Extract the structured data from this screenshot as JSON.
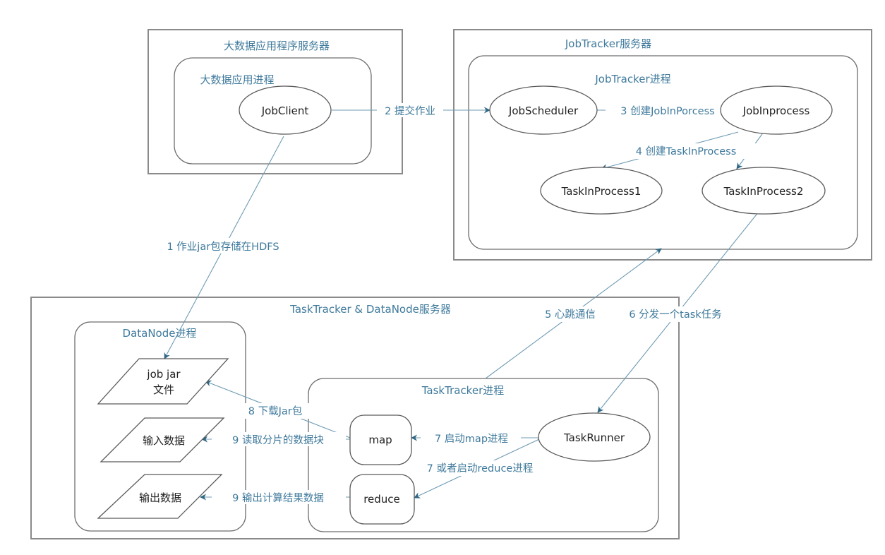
{
  "diagram": {
    "colors": {
      "title_text": "#3f7a9c",
      "edge_line": "#6f9bb4",
      "arrowhead": "#2f6785",
      "node_text": "#222222",
      "box_border": "#8a8a8a"
    },
    "containers": {
      "app_server": {
        "title": "大数据应用程序服务器"
      },
      "app_process": {
        "title": "大数据应用进程"
      },
      "jobtracker_server": {
        "title": "JobTracker服务器"
      },
      "jobtracker_process": {
        "title": "JobTracker进程"
      },
      "tasktracker_server": {
        "title": "TaskTracker & DataNode服务器"
      },
      "datanode_process": {
        "title": "DataNode进程"
      },
      "tasktracker_process": {
        "title": "TaskTracker进程"
      }
    },
    "nodes": {
      "jobclient": {
        "label": "JobClient",
        "shape": "ellipse"
      },
      "jobscheduler": {
        "label": "JobScheduler",
        "shape": "ellipse"
      },
      "jobinprocess": {
        "label": "JobInprocess",
        "shape": "ellipse"
      },
      "taskinprocess1": {
        "label": "TaskInProcess1",
        "shape": "ellipse"
      },
      "taskinprocess2": {
        "label": "TaskInProcess2",
        "shape": "ellipse"
      },
      "jobjar": {
        "label_line1": "job jar",
        "label_line2": "文件",
        "shape": "parallelogram"
      },
      "input_data": {
        "label": "输入数据",
        "shape": "parallelogram"
      },
      "output_data": {
        "label": "输出数据",
        "shape": "parallelogram"
      },
      "map": {
        "label": "map",
        "shape": "rounded-rect"
      },
      "reduce": {
        "label": "reduce",
        "shape": "rounded-rect"
      },
      "taskrunner": {
        "label": "TaskRunner",
        "shape": "ellipse"
      }
    },
    "edges": [
      {
        "id": "e1",
        "from": "JobClient",
        "to": "job jar 文件",
        "label": "1 作业jar包存储在HDFS"
      },
      {
        "id": "e2",
        "from": "JobClient",
        "to": "JobScheduler",
        "label": "2 提交作业"
      },
      {
        "id": "e3",
        "from": "JobScheduler",
        "to": "JobInprocess",
        "label": "3 创建JobInPorcess"
      },
      {
        "id": "e4",
        "from": "JobInprocess",
        "to": "TaskInProcess1 / TaskInProcess2",
        "label": "4 创建TaskInProcess"
      },
      {
        "id": "e5",
        "from": "TaskTracker进程",
        "to": "JobTracker进程",
        "label": "5 心跳通信"
      },
      {
        "id": "e6",
        "from": "TaskInProcess2",
        "to": "TaskRunner",
        "label": "6 分发一个task任务"
      },
      {
        "id": "e7a",
        "from": "TaskRunner",
        "to": "map",
        "label": "7 启动map进程"
      },
      {
        "id": "e7b",
        "from": "TaskRunner",
        "to": "reduce",
        "label": "7 或者启动reduce进程"
      },
      {
        "id": "e8",
        "from": "map",
        "to": "job jar 文件",
        "label": "8 下载Jar包"
      },
      {
        "id": "e9a",
        "from": "map",
        "to": "输入数据",
        "label": "9 读取分片的数据块"
      },
      {
        "id": "e9b",
        "from": "reduce",
        "to": "输出数据",
        "label": "9 输出计算结果数据"
      }
    ]
  }
}
